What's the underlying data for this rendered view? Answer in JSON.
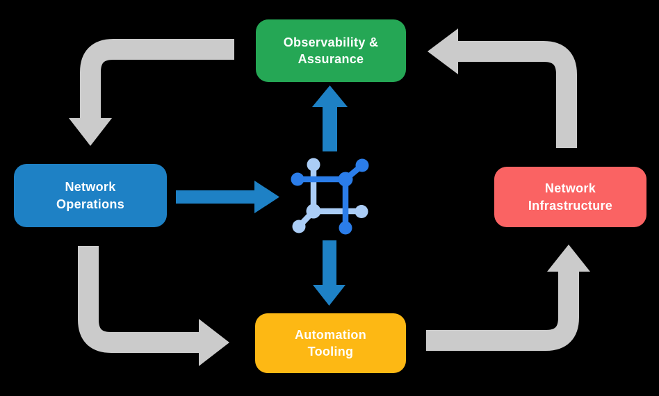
{
  "title": "Network automation closed-loop diagram",
  "colors": {
    "background": "#000000",
    "observability": "#25a755",
    "operations": "#1e81c5",
    "infrastructure": "#fa6363",
    "tooling": "#fdb814",
    "arrow_gray": "#cbcbcb",
    "arrow_blue": "#1e81c5",
    "icon_dark": "#2b7de9",
    "icon_light": "#abcdf6",
    "label_text": "#ffffff"
  },
  "nodes": {
    "observability": {
      "label": "Observability &\nAssurance"
    },
    "operations": {
      "label": "Network\nOperations"
    },
    "infrastructure": {
      "label": "Network\nInfrastructure"
    },
    "tooling": {
      "label": "Automation\nTooling"
    }
  },
  "center_icon": {
    "name": "network-mesh-icon"
  },
  "flow": {
    "outer_cycle": [
      "Observability & Assurance -> Network Operations",
      "Network Operations -> Automation Tooling",
      "Automation Tooling -> Network Infrastructure",
      "Network Infrastructure -> Observability & Assurance"
    ],
    "center_links": [
      "Network Operations -> center icon",
      "center icon -> Observability & Assurance",
      "center icon -> Automation Tooling"
    ]
  }
}
